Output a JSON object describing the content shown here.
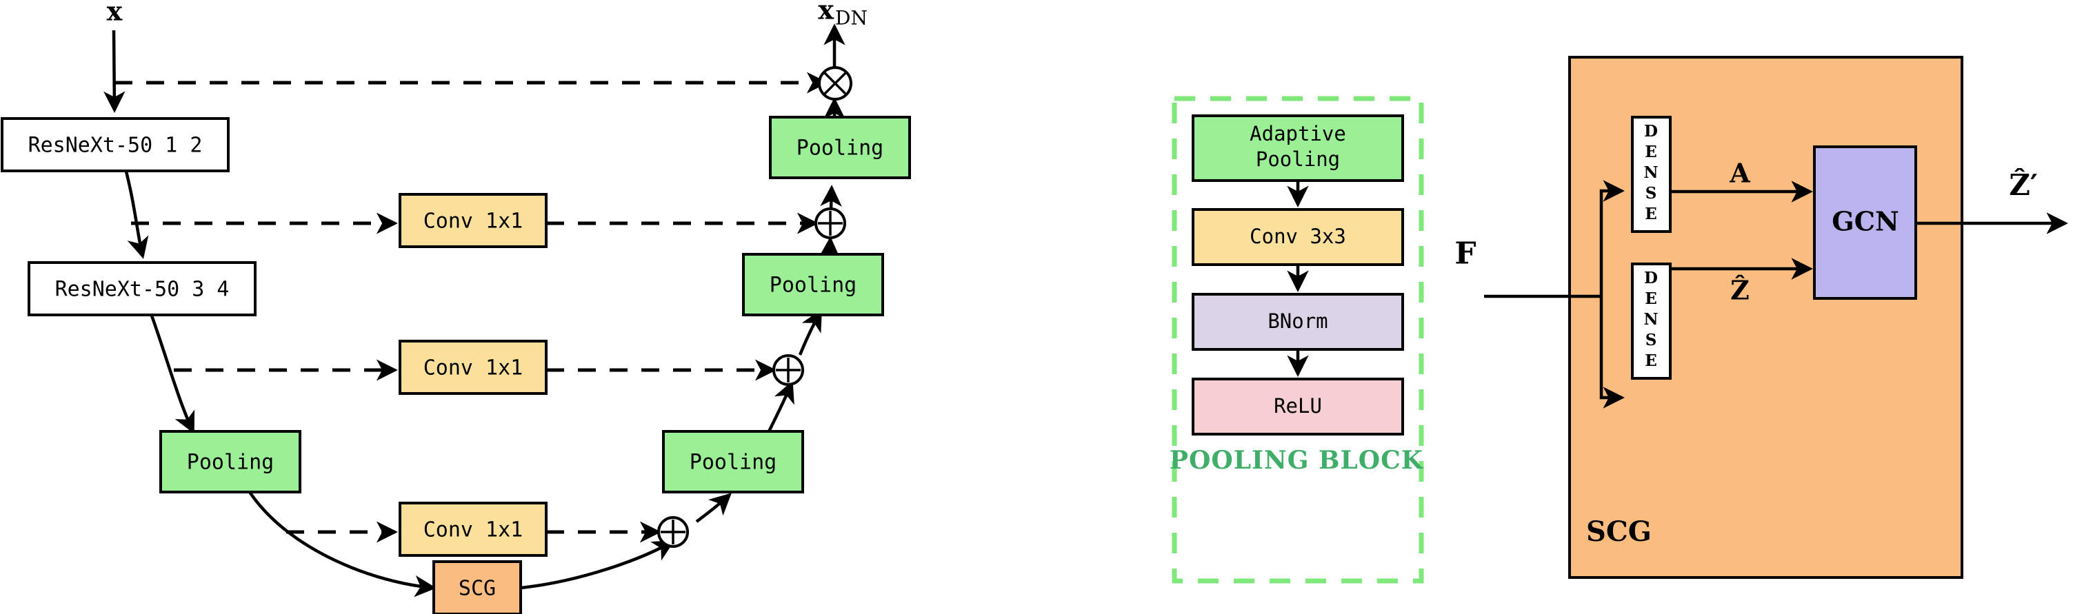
{
  "figure": {
    "title": "Denoising network architecture with Pooling Block and SCG module",
    "colors": {
      "green": "#9BF096",
      "yellow": "#FBE09C",
      "orange": "#FBBC7F",
      "purple": "#DBD4E9",
      "pink": "#F5CFD1",
      "white": "#FFFFFF",
      "black": "#000000",
      "pooling_block_caption": "#3FAE68"
    }
  },
  "panel_main": {
    "name": "denoising-network",
    "input_label": "x",
    "output_label_base": "x",
    "output_label_sub": "DN",
    "encoder": [
      {
        "id": "resnext12",
        "label": "ResNeXt-50 1 2",
        "color": "white"
      },
      {
        "id": "resnext34",
        "label": "ResNeXt-50 3 4",
        "color": "white"
      },
      {
        "id": "pool_enc",
        "label": "Pooling",
        "color": "green"
      }
    ],
    "skip_convs": [
      {
        "id": "conv1",
        "label": "Conv 1x1",
        "color": "yellow"
      },
      {
        "id": "conv2",
        "label": "Conv 1x1",
        "color": "yellow"
      },
      {
        "id": "conv3",
        "label": "Conv 1x1",
        "color": "yellow"
      }
    ],
    "bottleneck": {
      "id": "scg_small",
      "label": "SCG",
      "color": "orange"
    },
    "decoder": [
      {
        "id": "pool_dec3",
        "label": "Pooling",
        "color": "green"
      },
      {
        "id": "pool_dec2",
        "label": "Pooling",
        "color": "green"
      },
      {
        "id": "pool_dec1",
        "label": "Pooling",
        "color": "green"
      }
    ],
    "operators": [
      {
        "id": "mul_top",
        "symbol": "multiply",
        "glyph": "⊗"
      },
      {
        "id": "add_1",
        "symbol": "add",
        "glyph": "⊕"
      },
      {
        "id": "add_2",
        "symbol": "add",
        "glyph": "⊕"
      },
      {
        "id": "add_3",
        "symbol": "add",
        "glyph": "⊕"
      }
    ]
  },
  "panel_pooling_block": {
    "name": "pooling-block",
    "caption": "POOLING BLOCK",
    "layers": [
      {
        "id": "adaptive_pooling",
        "label": "Adaptive\nPooling",
        "line1": "Adaptive",
        "line2": "Pooling",
        "color": "green"
      },
      {
        "id": "conv3x3",
        "label": "Conv 3x3",
        "color": "yellow"
      },
      {
        "id": "bnorm",
        "label": "BNorm",
        "color": "purple"
      },
      {
        "id": "relu",
        "label": "ReLU",
        "color": "pink"
      }
    ]
  },
  "panel_scg": {
    "name": "scg-module",
    "container_label": "SCG",
    "input_label": "F",
    "output_label": "Ẑ′",
    "output_label_plain": "Z'",
    "branches": [
      {
        "id": "dense_top",
        "label": "DENSE",
        "letters": [
          "D",
          "E",
          "N",
          "S",
          "E"
        ],
        "edge_label": "A"
      },
      {
        "id": "dense_bottom",
        "label": "DENSE",
        "letters": [
          "D",
          "E",
          "N",
          "S",
          "E"
        ],
        "edge_label": "Ẑ"
      }
    ],
    "gcn": {
      "id": "gcn",
      "label": "GCN",
      "color": "#B9B3EE"
    }
  }
}
